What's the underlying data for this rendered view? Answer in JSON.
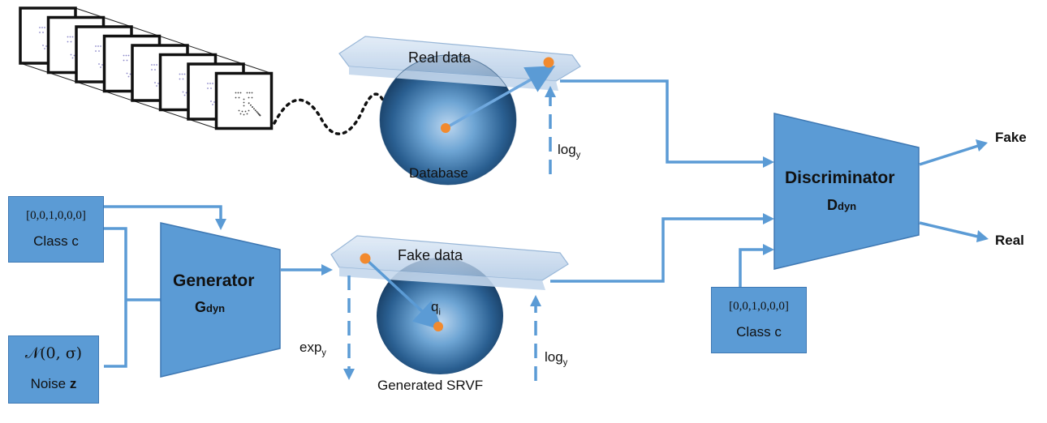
{
  "database": {
    "top_label": "Real data",
    "bottom_label": "Database",
    "log_label": "log",
    "log_sub": "y"
  },
  "generated": {
    "top_label": "Fake data",
    "bottom_label": "Generated SRVF",
    "point_label": "q",
    "point_sub": "i",
    "exp_label": "exp",
    "exp_sub": "y",
    "log_label": "log",
    "log_sub": "y"
  },
  "class_input_left": {
    "vector": "[0,0,1,0,0,0]",
    "label": "Class c"
  },
  "noise_input": {
    "dist": "𝒩(0, σ)",
    "label": "Noise",
    "var": "z"
  },
  "generator": {
    "title": "Generator",
    "symbol": "G",
    "subscript": "dyn"
  },
  "discriminator": {
    "title": "Discriminator",
    "symbol": "D",
    "subscript": "dyn"
  },
  "class_input_right": {
    "vector": "[0,0,1,0,0,0]",
    "label": "Class c"
  },
  "outputs": {
    "fake": "Fake",
    "real": "Real"
  },
  "colors": {
    "accent": "#5b9bd5",
    "point": "#f28a2e",
    "sphere": "#2f6fa6"
  },
  "frames": {
    "count": 8
  }
}
